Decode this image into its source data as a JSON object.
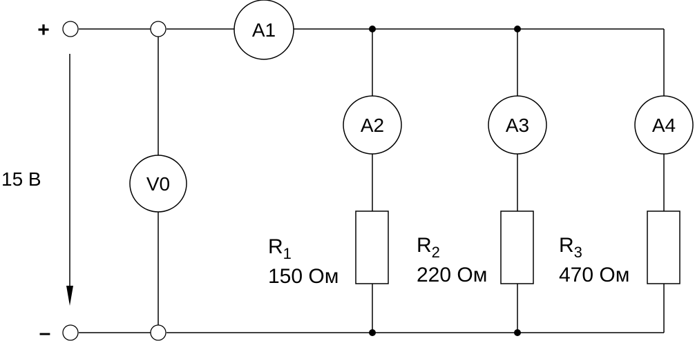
{
  "source": {
    "plus_sign": "+",
    "minus_sign": "–",
    "voltage_label": "15 В"
  },
  "meters": {
    "a1": "A1",
    "a2": "A2",
    "a3": "A3",
    "a4": "A4",
    "v0": "V0"
  },
  "resistors": [
    {
      "name": "R",
      "index": "1",
      "value": "150 Ом"
    },
    {
      "name": "R",
      "index": "2",
      "value": "220 Ом"
    },
    {
      "name": "R",
      "index": "3",
      "value": "470 Ом"
    }
  ]
}
